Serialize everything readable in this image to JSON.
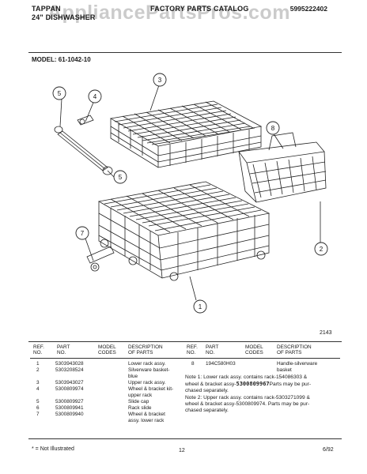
{
  "header": {
    "brand_line1": "TAPPAN",
    "brand_line2": "24\" DISHWASHER",
    "catalog_title": "FACTORY PARTS CATALOG",
    "catalog_number": "5995222402",
    "watermark": "AppliancePartsPros.com"
  },
  "model_line": "MODEL: 61-1042-10",
  "diagram": {
    "callouts": [
      "1",
      "2",
      "3",
      "4",
      "5",
      "5",
      "7",
      "8"
    ],
    "drawing_code": "2143"
  },
  "table": {
    "headers": {
      "ref": [
        "REF.",
        "NO."
      ],
      "part": [
        "PART",
        "NO."
      ],
      "model": [
        "MODEL",
        "CODES"
      ],
      "desc": [
        "DESCRIPTION",
        "OF PARTS"
      ]
    },
    "left_rows": [
      {
        "ref": "1",
        "part": "5303943028",
        "desc": [
          "Lower rack assy."
        ]
      },
      {
        "ref": "2",
        "part": "5303208524",
        "desc": [
          "Silverware basket-",
          "blue"
        ]
      },
      {
        "ref": "3",
        "part": "5303943027",
        "desc": [
          "Upper rack assy."
        ]
      },
      {
        "ref": "4",
        "part": "5300809974",
        "desc": [
          "Wheel & bracket kit-",
          "upper rack"
        ]
      },
      {
        "ref": "5",
        "part": "5300809927",
        "desc": [
          "Slide cap"
        ]
      },
      {
        "ref": "6",
        "part": "5300809941",
        "desc": [
          "Rack slide"
        ]
      },
      {
        "ref": "7",
        "part": "5300809940",
        "desc": [
          "Wheel & bracket",
          "assy. lower rack"
        ]
      }
    ],
    "right_rows": [
      {
        "ref": "8",
        "part": "194C580H03",
        "desc": [
          "Handle-silverware",
          "basket"
        ]
      }
    ],
    "notes": {
      "n1_a": "Note 1: Lower rack assy. contains rack-154086303 &",
      "n1_b_pre": "wheel & bracket assy-",
      "n1_b_hand": "5300809967",
      "n1_b_post": "Parts may be pur-",
      "n1_c": "chased separately.",
      "n2_a": "Note 2: Upper rack assy. contains rack-5303271099 &",
      "n2_b": "wheel & bracket assy-5300809974. Parts may be pur-",
      "n2_c": "chased separately."
    }
  },
  "footer": {
    "legend": "* = Not Illustrated",
    "page": "12",
    "date": "6/92"
  }
}
